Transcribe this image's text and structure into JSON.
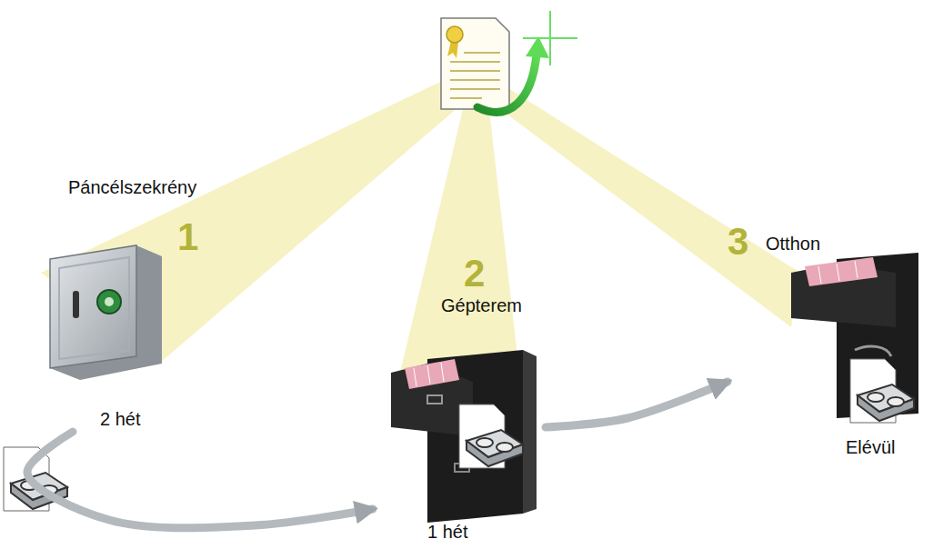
{
  "diagram": {
    "nodes": [
      {
        "text": [
          "Páncélszekrény",
          "1",
          "2 hét"
        ]
      },
      {
        "text": [
          "2",
          "Gépterem",
          "1 hét"
        ]
      },
      {
        "text": [
          "3",
          "Otthon",
          "Elévül"
        ]
      }
    ],
    "edges": [
      {
        "from": 0,
        "to": 1,
        "arrow": "to"
      },
      {
        "from": 1,
        "to": 2,
        "arrow": "to"
      }
    ]
  }
}
